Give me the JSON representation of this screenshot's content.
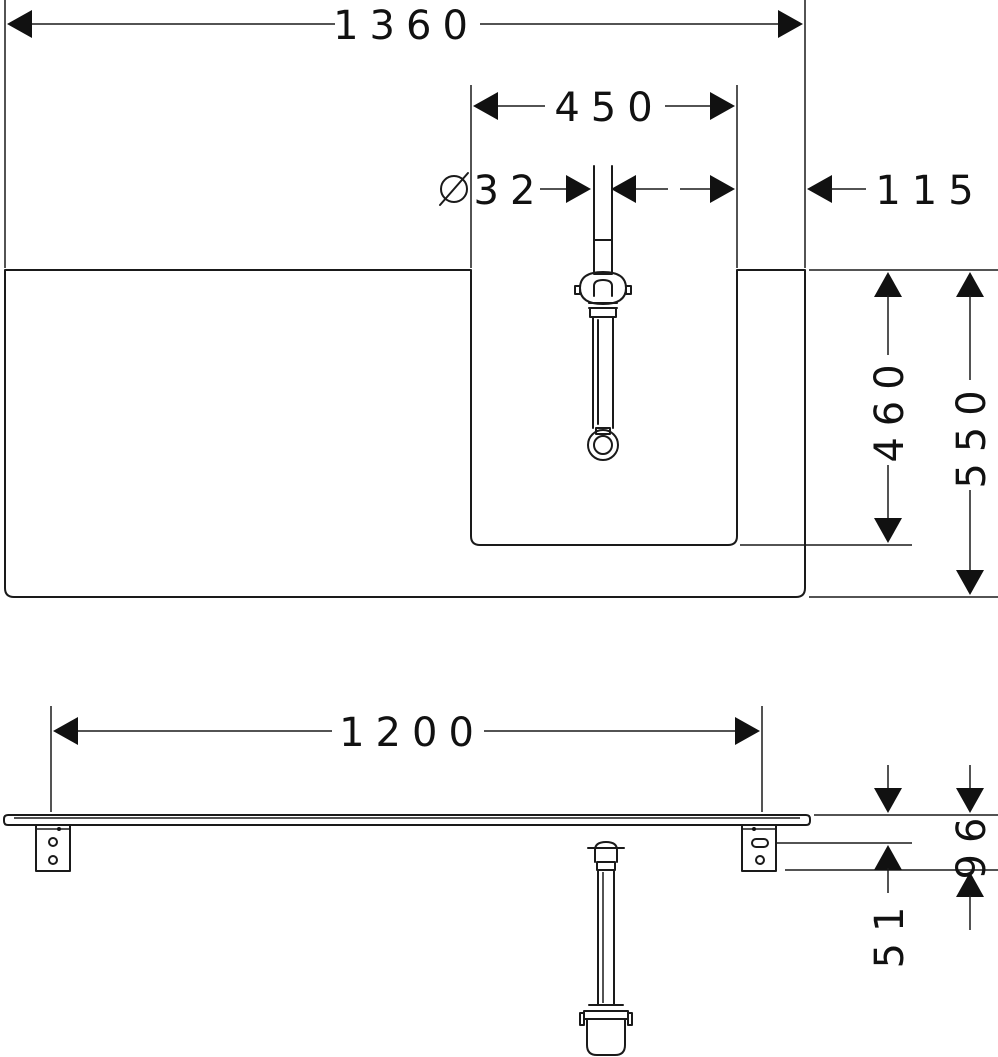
{
  "top_view": {
    "dim_overall_width": "1360",
    "dim_basin_width": "450",
    "dim_pipe_diameter": "32",
    "dim_right_offset": "115",
    "dim_basin_depth": "460",
    "dim_overall_depth": "550"
  },
  "side_view": {
    "dim_bracket_spacing": "1200",
    "dim_bracket_height": "51",
    "dim_total_height": "96"
  },
  "colors": {
    "line": "#1a1a1a",
    "background": "#ffffff"
  }
}
